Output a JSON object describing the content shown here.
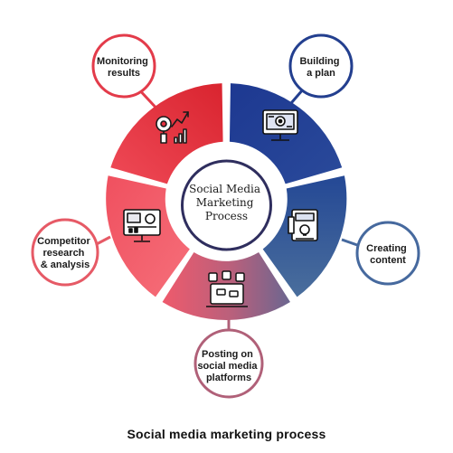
{
  "center": {
    "lines": [
      "Social Media",
      "Marketing",
      "Process"
    ]
  },
  "steps": [
    {
      "id": "monitoring",
      "lines": [
        "Monitoring",
        "results"
      ],
      "ring_color": "#e33b4a",
      "icon": "analytics-magnifier-icon"
    },
    {
      "id": "building",
      "lines": [
        "Building",
        "a plan"
      ],
      "ring_color": "#233f8f",
      "icon": "planning-monitor-icon"
    },
    {
      "id": "creating",
      "lines": [
        "Creating",
        "content"
      ],
      "ring_color": "#46699e",
      "icon": "content-creation-icon"
    },
    {
      "id": "posting",
      "lines": [
        "Posting on",
        "social media",
        "platforms"
      ],
      "ring_color": "#b06078",
      "icon": "social-laptop-icon"
    },
    {
      "id": "competitor",
      "lines": [
        "Competitor",
        "research",
        "& analysis"
      ],
      "ring_color": "#e65a66",
      "icon": "research-dashboard-icon"
    }
  ],
  "colors": {
    "red": "#e3303f",
    "navy": "#1f3a93",
    "steel": "#3f6aa0",
    "mauve": "#a8627f",
    "pink": "#f0606e"
  },
  "caption": "Social media marketing process"
}
